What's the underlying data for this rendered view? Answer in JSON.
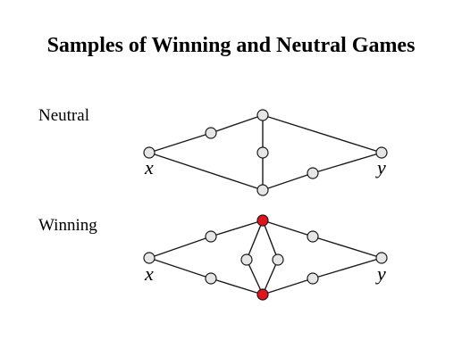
{
  "title": "Samples of Winning and Neutral Games",
  "colors": {
    "node_default": "#e6e6e6",
    "node_highlight": "#e3131b",
    "edge": "#1a1a1a"
  },
  "graphs": [
    {
      "id": "neutral",
      "label": "Neutral",
      "endpoint_labels": {
        "start": "x",
        "end": "y"
      },
      "nodes": [
        {
          "id": "x",
          "state": "default",
          "role": "endpoint-start"
        },
        {
          "id": "a",
          "state": "default"
        },
        {
          "id": "top",
          "state": "default"
        },
        {
          "id": "mid",
          "state": "default"
        },
        {
          "id": "bottom",
          "state": "default"
        },
        {
          "id": "b",
          "state": "default"
        },
        {
          "id": "y",
          "state": "default",
          "role": "endpoint-end"
        }
      ],
      "edges": [
        [
          "x",
          "a"
        ],
        [
          "a",
          "top"
        ],
        [
          "top",
          "y"
        ],
        [
          "top",
          "mid"
        ],
        [
          "mid",
          "bottom"
        ],
        [
          "x",
          "bottom"
        ],
        [
          "bottom",
          "b"
        ],
        [
          "b",
          "y"
        ]
      ]
    },
    {
      "id": "winning",
      "label": "Winning",
      "endpoint_labels": {
        "start": "x",
        "end": "y"
      },
      "nodes": [
        {
          "id": "x",
          "state": "default",
          "role": "endpoint-start"
        },
        {
          "id": "a",
          "state": "default"
        },
        {
          "id": "top",
          "state": "highlight"
        },
        {
          "id": "c",
          "state": "default"
        },
        {
          "id": "y",
          "state": "default",
          "role": "endpoint-end"
        },
        {
          "id": "d",
          "state": "default"
        },
        {
          "id": "bottom",
          "state": "highlight"
        },
        {
          "id": "e",
          "state": "default"
        },
        {
          "id": "innerL",
          "state": "default"
        },
        {
          "id": "innerR",
          "state": "default"
        }
      ],
      "edges": [
        [
          "x",
          "a"
        ],
        [
          "a",
          "top"
        ],
        [
          "top",
          "c"
        ],
        [
          "c",
          "y"
        ],
        [
          "x",
          "d"
        ],
        [
          "d",
          "bottom"
        ],
        [
          "bottom",
          "e"
        ],
        [
          "e",
          "y"
        ],
        [
          "top",
          "innerL"
        ],
        [
          "innerL",
          "bottom"
        ],
        [
          "top",
          "innerR"
        ],
        [
          "innerR",
          "bottom"
        ]
      ]
    }
  ]
}
